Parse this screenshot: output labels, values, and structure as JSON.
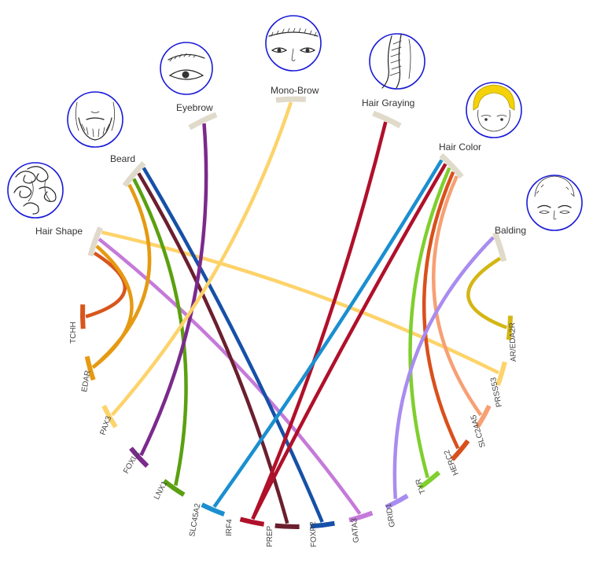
{
  "traits": {
    "hair_shape": "Hair Shape",
    "beard": "Beard",
    "eyebrow": "Eyebrow",
    "mono_brow": "Mono-Brow",
    "hair_graying": "Hair Graying",
    "hair_color": "Hair Color",
    "balding": "Balding"
  },
  "genes": {
    "tchh": "TCHH",
    "edar": "EDAR",
    "pax3": "PAX3",
    "foxl2": "FOXL2",
    "lnx1": "LNX1",
    "slc45a2": "SLC45A2",
    "irf4": "IRF4",
    "prep": "PREP",
    "foxp2": "FOXP2",
    "gata3": "GATA3",
    "grid1": "GRID1",
    "tyr": "TYR",
    "herc2": "HERC2",
    "slc24a5": "SLC24A5",
    "prss53": "PRSS53",
    "ar_eda2r": "AR/EDA2R"
  },
  "gene_colors": {
    "tchh": "#d8561c",
    "edar": "#e59a12",
    "pax3": "#fdd36a",
    "foxl2": "#7b2a8c",
    "lnx1": "#5aa010",
    "slc45a2": "#1a8fd0",
    "irf4": "#b0102a",
    "prep": "#6b1f2e",
    "foxp2": "#1650a8",
    "gata3": "#c57ad9",
    "grid1": "#a98cf0",
    "tyr": "#7fcf2e",
    "herc2": "#d9501c",
    "slc24a5": "#f7a074",
    "prss53": "#fdd36a",
    "ar_eda2r": "#d4b614"
  },
  "trait_bar_color": "#e0dacb",
  "links": [
    {
      "trait": "hair_shape",
      "gene": "tchh"
    },
    {
      "trait": "hair_shape",
      "gene": "edar"
    },
    {
      "trait": "hair_shape",
      "gene": "gata3"
    },
    {
      "trait": "hair_shape",
      "gene": "prss53"
    },
    {
      "trait": "beard",
      "gene": "edar"
    },
    {
      "trait": "beard",
      "gene": "lnx1"
    },
    {
      "trait": "beard",
      "gene": "prep"
    },
    {
      "trait": "beard",
      "gene": "foxp2"
    },
    {
      "trait": "eyebrow",
      "gene": "foxl2"
    },
    {
      "trait": "mono_brow",
      "gene": "pax3"
    },
    {
      "trait": "hair_graying",
      "gene": "irf4"
    },
    {
      "trait": "hair_color",
      "gene": "slc45a2"
    },
    {
      "trait": "hair_color",
      "gene": "irf4"
    },
    {
      "trait": "hair_color",
      "gene": "tyr"
    },
    {
      "trait": "hair_color",
      "gene": "herc2"
    },
    {
      "trait": "hair_color",
      "gene": "slc24a5"
    },
    {
      "trait": "balding",
      "gene": "grid1"
    },
    {
      "trait": "balding",
      "gene": "ar_eda2r"
    }
  ],
  "icons": {
    "hair_shape": "curly-hair-icon",
    "beard": "beard-icon",
    "eyebrow": "eyebrow-icon",
    "mono_brow": "mono-brow-icon",
    "hair_graying": "gray-hair-icon",
    "hair_color": "hair-color-icon",
    "balding": "balding-icon"
  }
}
